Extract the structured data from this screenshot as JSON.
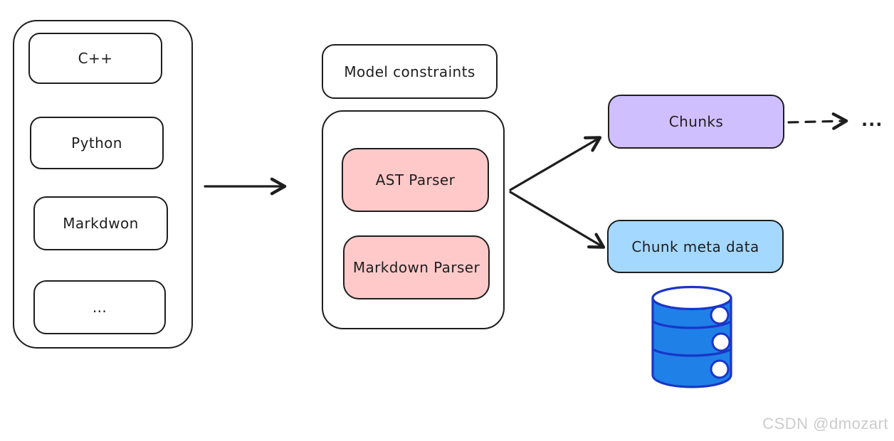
{
  "diagram": {
    "inputs": {
      "items": [
        {
          "label": "C++"
        },
        {
          "label": "Python"
        },
        {
          "label": "Markdwon"
        },
        {
          "label": "..."
        }
      ]
    },
    "model_constraints": {
      "label": "Model constraints"
    },
    "parsers": {
      "items": [
        {
          "label": "AST Parser"
        },
        {
          "label": "Markdown Parser"
        }
      ]
    },
    "outputs": {
      "chunks": {
        "label": "Chunks"
      },
      "more": {
        "label": "..."
      },
      "chunk_meta": {
        "label": "Chunk meta data"
      }
    },
    "icons": {
      "database": "database-cylinder-icon"
    }
  },
  "colors": {
    "stroke": "#1e1e1e",
    "pink": "#ffc9c9",
    "purple": "#d0bfff",
    "light_blue": "#a5d8ff",
    "db_fill": "#1f80e8",
    "db_stroke": "#1a35c9",
    "watermark": "#cccccc"
  },
  "watermark": {
    "text": "CSDN @dmozart"
  }
}
